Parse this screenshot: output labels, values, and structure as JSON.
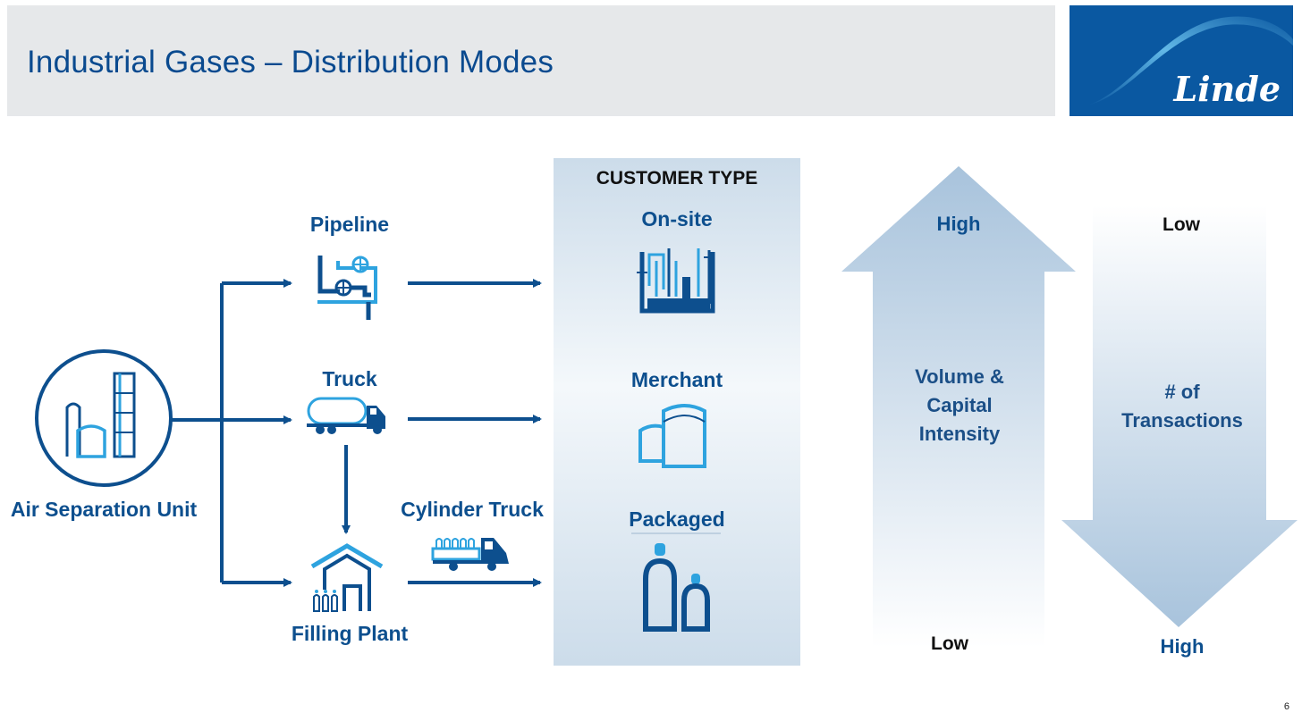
{
  "header": {
    "title": "Industrial Gases – Distribution Modes",
    "logo_text": "Linde"
  },
  "diagram": {
    "source": "Air Separation Unit",
    "modes": {
      "pipeline": "Pipeline",
      "truck": "Truck",
      "cylinder_truck": "Cylinder Truck",
      "filling_plant": "Filling Plant"
    },
    "customer_type": {
      "heading": "CUSTOMER TYPE",
      "types": [
        "On-site",
        "Merchant",
        "Packaged"
      ]
    },
    "up_arrow": {
      "top": "High",
      "lines": [
        "Volume &",
        "Capital",
        "Intensity"
      ],
      "bottom": "Low"
    },
    "down_arrow": {
      "top": "Low",
      "lines": [
        "# of",
        "Transactions"
      ],
      "bottom": "High"
    }
  },
  "footer": {
    "page_number": "6"
  },
  "colors": {
    "dark_blue": "#0d4f8e",
    "light_blue": "#2ea3df",
    "panel": "#d5e3ef",
    "header_bg": "#e6e8ea"
  },
  "icons": [
    "asu-icon",
    "pipeline-icon",
    "truck-icon",
    "filling-plant-icon",
    "cylinder-truck-icon",
    "onsite-icon",
    "merchant-icon",
    "packaged-icon"
  ]
}
